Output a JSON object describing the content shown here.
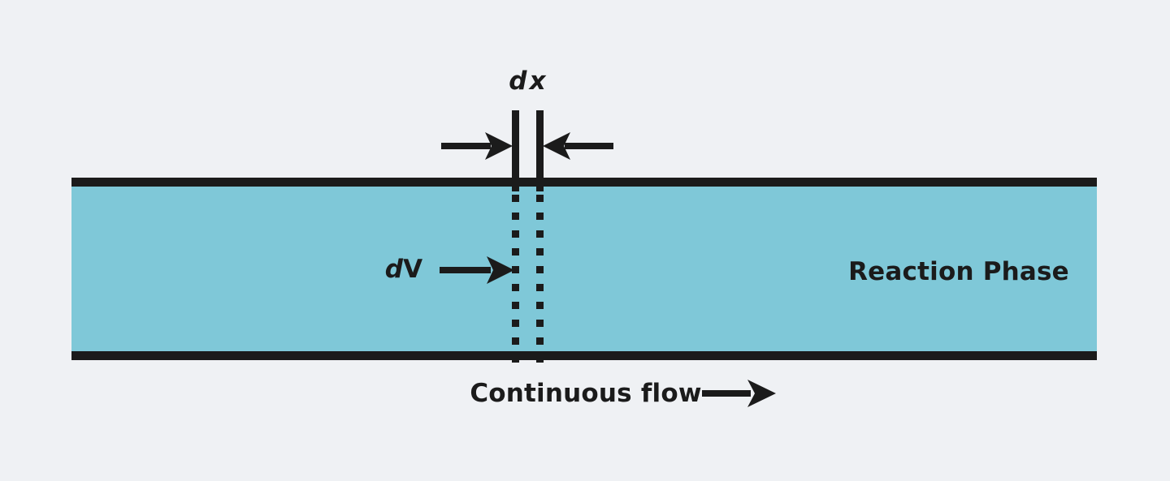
{
  "labels": {
    "dx": {
      "d": "d",
      "x": "x"
    },
    "dv": {
      "d": "d",
      "v": "V"
    },
    "reaction_phase": "Reaction Phase",
    "continuous_flow": "Continuous flow"
  },
  "colors": {
    "background": "#eff1f4",
    "fluid": "#7fc8d8",
    "ink": "#1b1b1b"
  }
}
